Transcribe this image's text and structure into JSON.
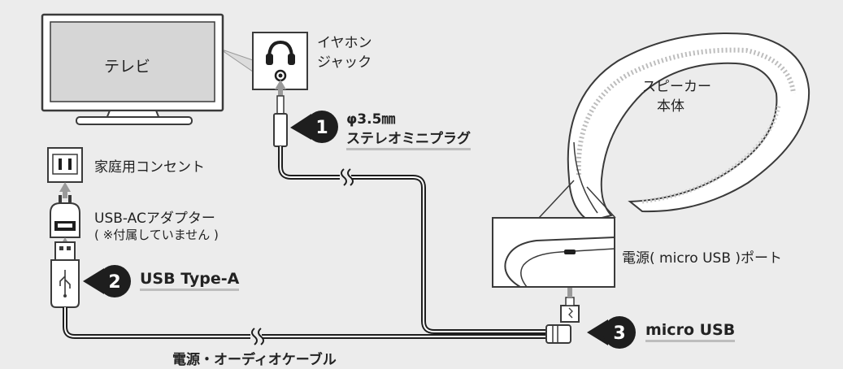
{
  "tv": {
    "label": "テレビ"
  },
  "headphone_jack": {
    "line1": "イヤホン",
    "line2": "ジャック"
  },
  "speaker_body": {
    "line1": "スピーカー",
    "line2": "本体"
  },
  "outlet": {
    "label": "家庭用コンセント"
  },
  "adapter": {
    "line1": "USB-ACアダプター",
    "line2": "( ※付属していません )"
  },
  "port": {
    "label": "電源( micro USB )ポート"
  },
  "callouts": [
    {
      "number": "1",
      "line1": "φ3.5㎜",
      "line2": "ステレオミニプラグ"
    },
    {
      "number": "2",
      "line1": "USB Type-A"
    },
    {
      "number": "3",
      "line1": "micro USB"
    }
  ],
  "cable": {
    "label": "電源・オーディオケーブル"
  },
  "colors": {
    "background": "#ececec",
    "outline": "#3a3a3a",
    "arrow": "#9a9a9a",
    "callout": "#1e1e1e",
    "underline": "#bdbdbd"
  }
}
